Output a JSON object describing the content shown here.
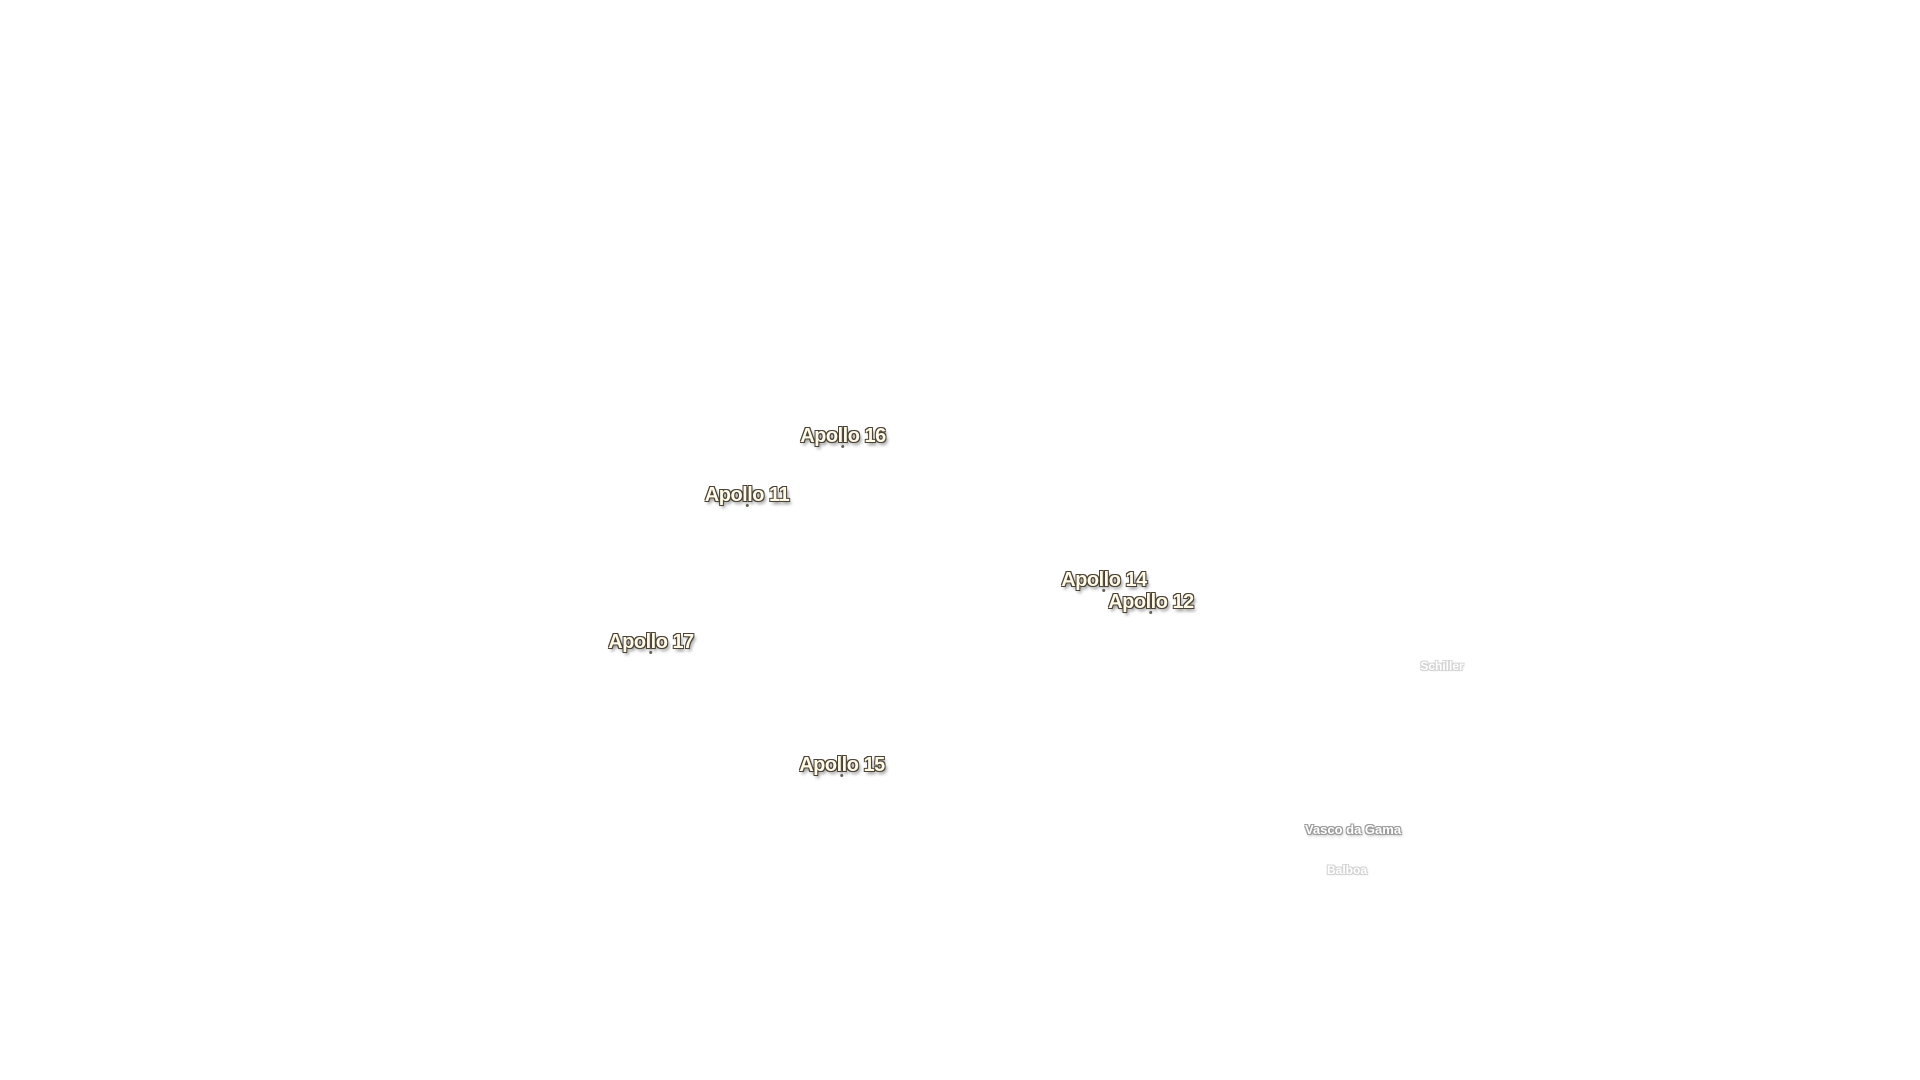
{
  "landing_sites": [
    {
      "name": "Apollo 16"
    },
    {
      "name": "Apollo 11"
    },
    {
      "name": "Apollo 14"
    },
    {
      "name": "Apollo 12"
    },
    {
      "name": "Apollo 17"
    },
    {
      "name": "Apollo 15"
    }
  ],
  "features": [
    {
      "name": "Schiller"
    },
    {
      "name": "Vasco da Gama"
    },
    {
      "name": "Balboa"
    }
  ],
  "colors": {
    "background": "#ffffff",
    "label_fill": "#fffbe8",
    "label_outline": "#4a4236"
  }
}
